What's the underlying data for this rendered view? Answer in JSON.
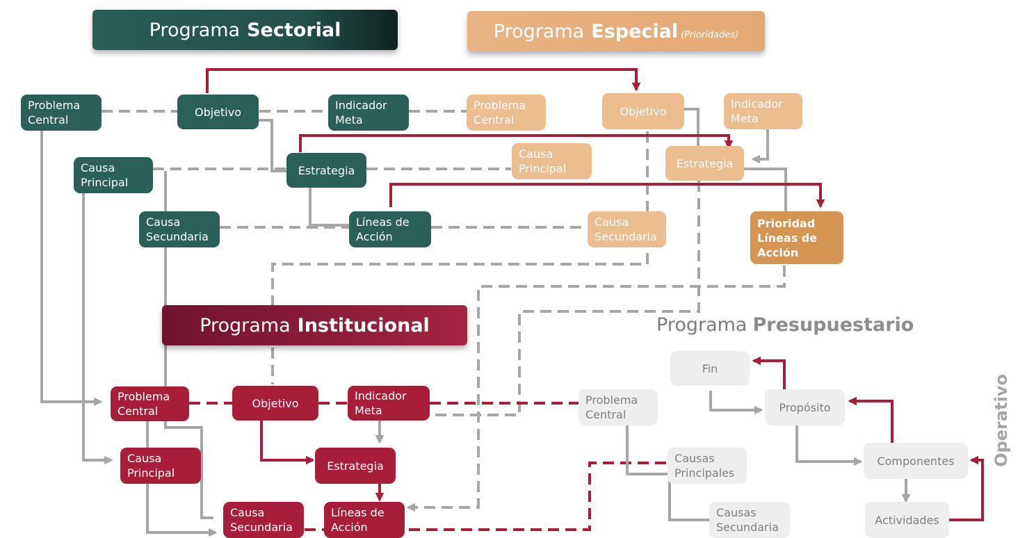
{
  "banners": {
    "sectorial": {
      "prefix": "Programa",
      "bold": "Sectorial"
    },
    "especial": {
      "prefix": "Programa",
      "bold": "Especial",
      "small": "(Prioridades)"
    },
    "institucional": {
      "prefix": "Programa",
      "bold": "Institucional"
    },
    "presupuestario": {
      "prefix": "Programa",
      "bold": "Presupuestario"
    },
    "operativo": "Operativo"
  },
  "sectorial": {
    "problema_central": "Problema\nCentral",
    "objetivo": "Objetivo",
    "indicador_meta": "Indicador\nMeta",
    "causa_principal": "Causa\nPrincipal",
    "estrategia": "Estrategia",
    "causa_secundaria": "Causa\nSecundaria",
    "lineas_accion": "Líneas de\nAcción"
  },
  "especial": {
    "problema_central": "Problema\nCentral",
    "objetivo": "Objetivo",
    "indicador_meta": "Indicador\nMeta",
    "causa_principal": "Causa\nPrincipal",
    "estrategia": "Estrategia",
    "causa_secundaria": "Causa\nSecundaria",
    "prioridad_lineas": "Prioridad\nLíneas de\nAcción"
  },
  "institucional": {
    "problema_central": "Problema\nCentral",
    "objetivo": "Objetivo",
    "indicador_meta": "Indicador\nMeta",
    "causa_principal": "Causa\nPrincipal",
    "estrategia": "Estrategia",
    "causa_secundaria": "Causa\nSecundaria",
    "lineas_accion": "Líneas de\nAcción"
  },
  "presupuestario": {
    "problema_central": "Problema\nCentral",
    "causas_principales": "Causas\nPrincipales",
    "causas_secundaria": "Causas\nSecundaria",
    "fin": "Fin",
    "proposito": "Propósito",
    "componentes": "Componentes",
    "actividades": "Actividades"
  },
  "colors": {
    "sectorial": "#2b6058",
    "especial": "#ebbd8f",
    "prioridad": "#d69552",
    "institucional": "#a81d38",
    "presupuestario": "#eeeeee",
    "connector_gray": "#a6a6a6",
    "connector_red": "#a81d38"
  }
}
